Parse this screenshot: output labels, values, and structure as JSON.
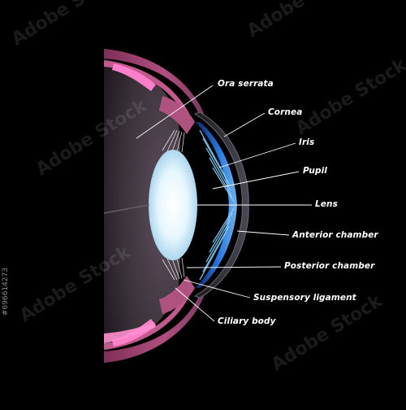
{
  "diagram": {
    "background": "#000000",
    "labels": [
      {
        "key": "ora_serrata",
        "text": "Ora serrata"
      },
      {
        "key": "cornea",
        "text": "Cornea"
      },
      {
        "key": "iris",
        "text": "Iris"
      },
      {
        "key": "pupil",
        "text": "Pupil"
      },
      {
        "key": "lens",
        "text": "Lens"
      },
      {
        "key": "anterior_chamber",
        "text": "Anterior chamber"
      },
      {
        "key": "posterior_chamber",
        "text": "Posterior chamber"
      },
      {
        "key": "suspensory_ligament",
        "text": "Suspensory ligament"
      },
      {
        "key": "ciliary_body",
        "text": "Ciliary body"
      }
    ],
    "colors": {
      "sclera": "#a84a78",
      "ciliary_pink": "#ff79c6",
      "lens": "#dff3ff",
      "iris_blue": "#2f8bff",
      "vitreous": "#4a3f4a"
    }
  },
  "watermark": {
    "text": "Adobe Stock",
    "stock_id": "#696614273"
  }
}
